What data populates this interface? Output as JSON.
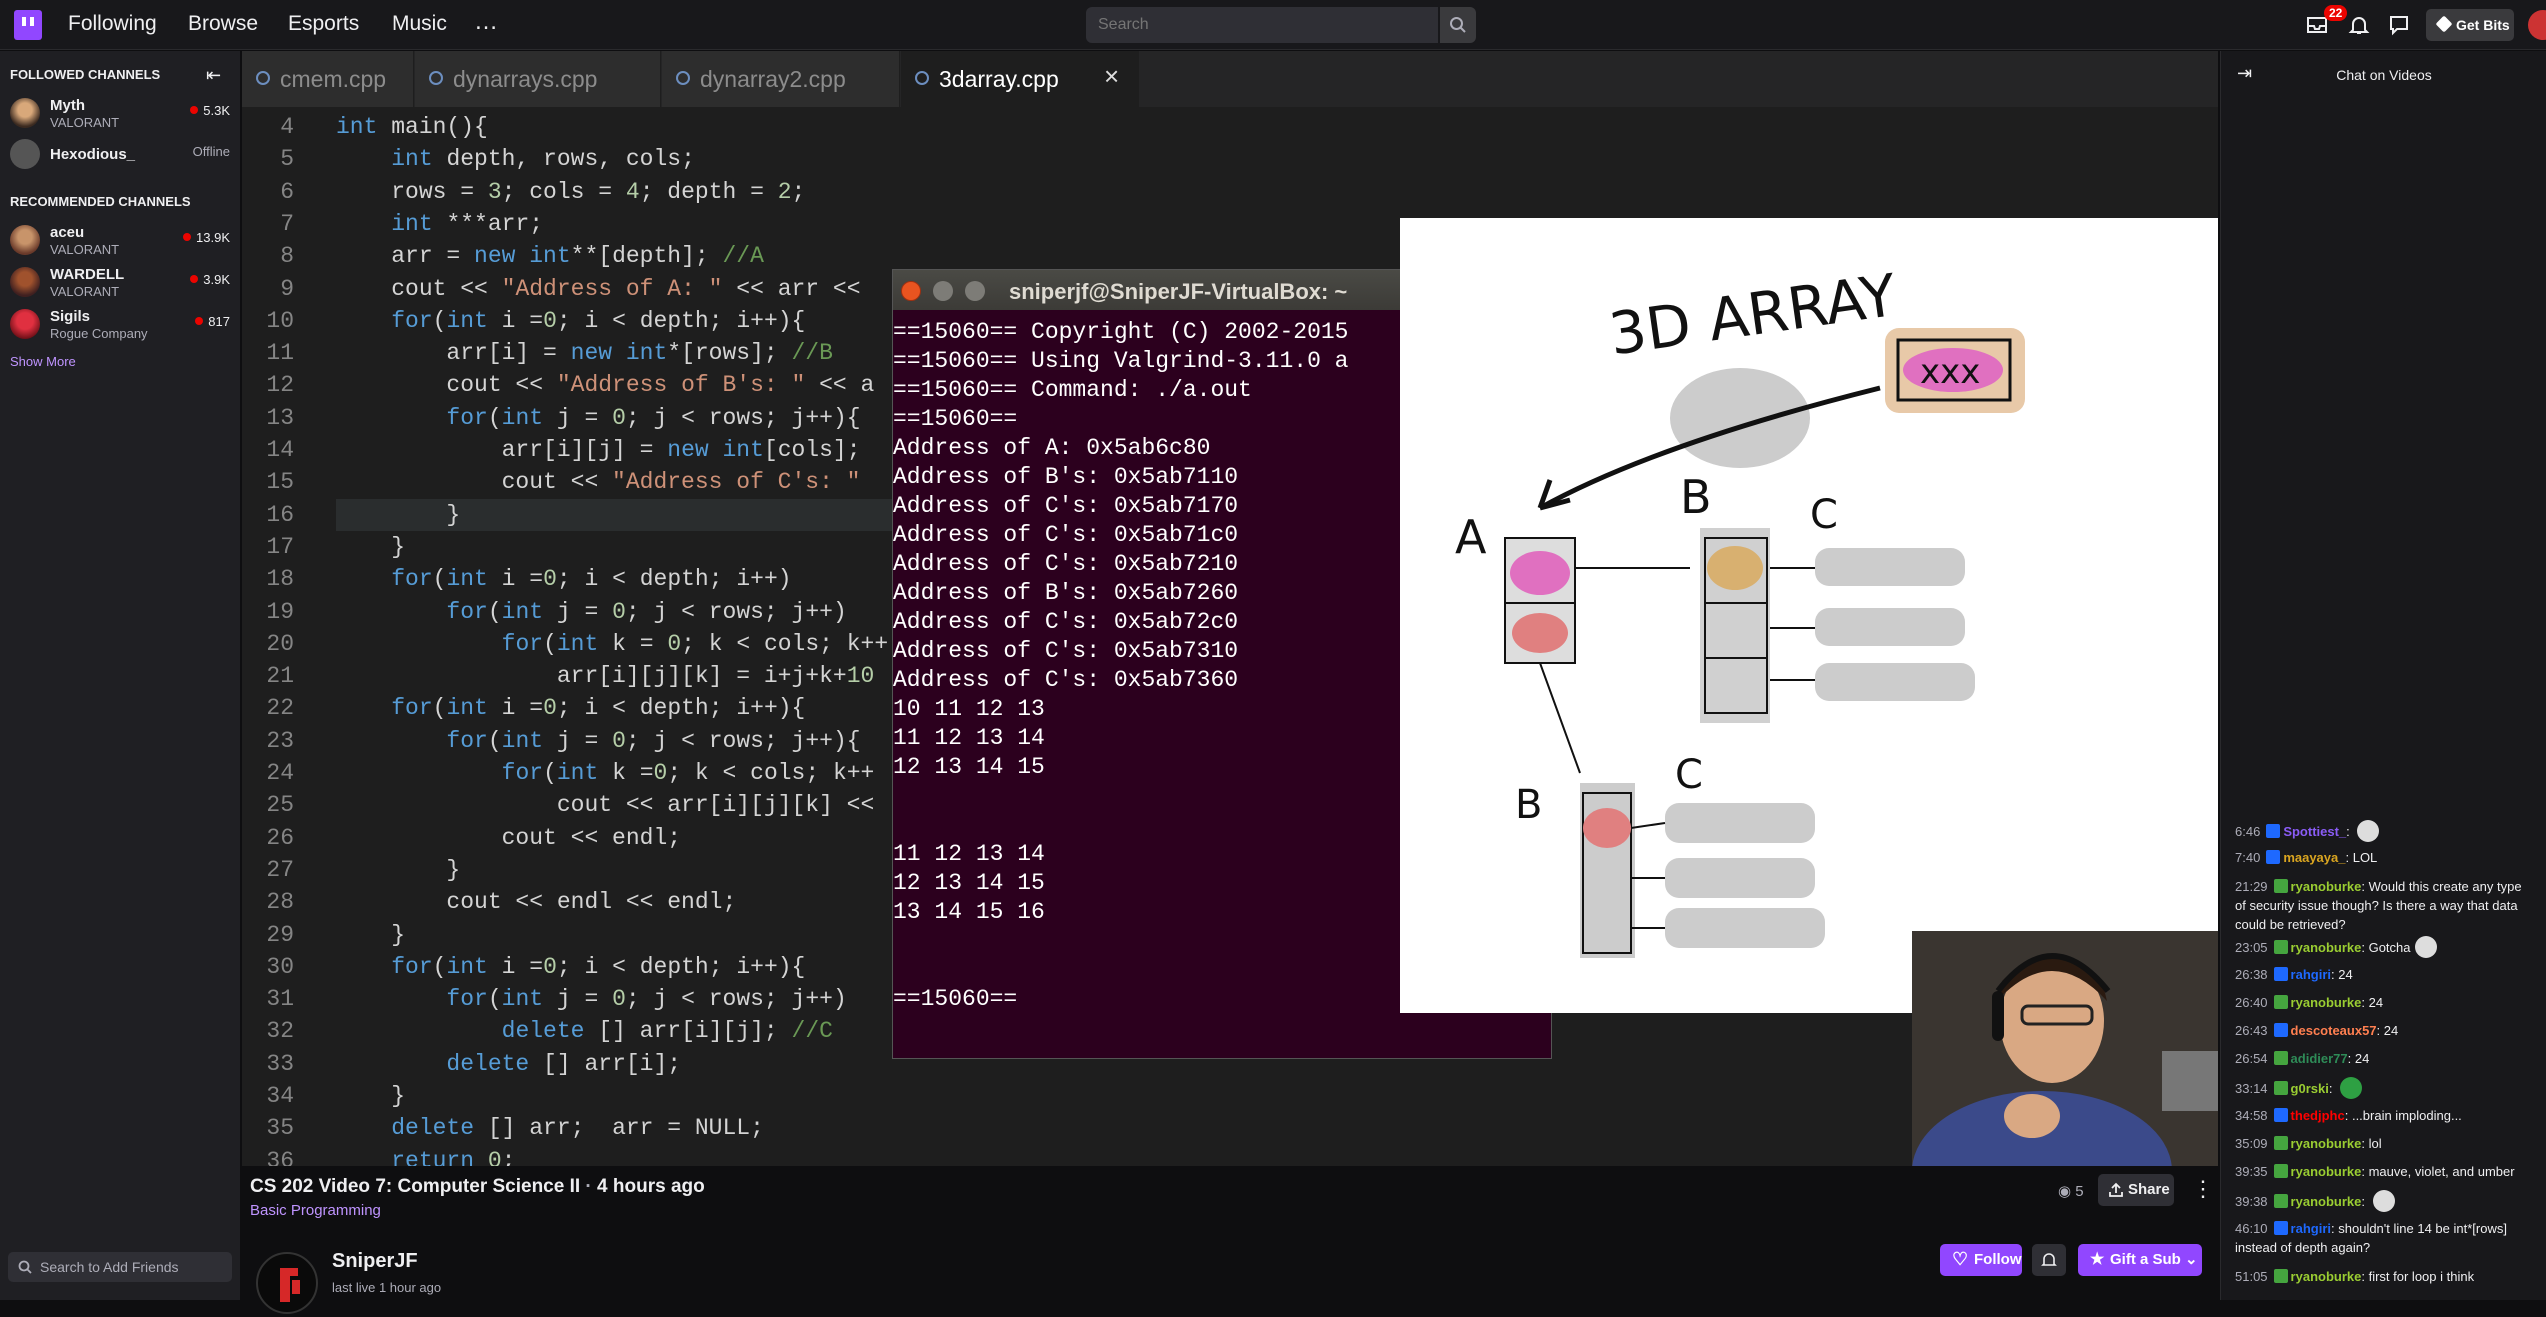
{
  "nav": {
    "following": "Following",
    "browse": "Browse",
    "esports": "Esports",
    "music": "Music",
    "more": "…",
    "search_placeholder": "Search",
    "badge_count": "22",
    "get_bits": "Get Bits"
  },
  "sidebar": {
    "followed_header": "FOLLOWED CHANNELS",
    "followed": [
      {
        "name": "Myth",
        "game": "VALORANT",
        "viewers": "5.3K",
        "live": true
      },
      {
        "name": "Hexodious_",
        "game": "",
        "viewers": "Offline",
        "live": false
      }
    ],
    "recommended_header": "RECOMMENDED CHANNELS",
    "recommended": [
      {
        "name": "aceu",
        "game": "VALORANT",
        "viewers": "13.9K"
      },
      {
        "name": "WARDELL",
        "game": "VALORANT",
        "viewers": "3.9K"
      },
      {
        "name": "Sigils",
        "game": "Rogue Company",
        "viewers": "817"
      }
    ],
    "show_more": "Show More",
    "friends_placeholder": "Search to Add Friends"
  },
  "editor": {
    "tabs": [
      "cmem.cpp",
      "dynarrays.cpp",
      "dynarray2.cpp",
      "3darray.cpp"
    ],
    "close": "×",
    "line_numbers": [
      "4",
      "5",
      "6",
      "7",
      "8",
      "9",
      "10",
      "11",
      "12",
      "13",
      "14",
      "15",
      "16",
      "17",
      "18",
      "19",
      "20",
      "21",
      "22",
      "23",
      "24",
      "25",
      "26",
      "27",
      "28",
      "29",
      "30",
      "31",
      "32",
      "33",
      "34",
      "35",
      "36"
    ]
  },
  "terminal": {
    "title": "sniperjf@SniperJF-VirtualBox: ~",
    "lines": [
      "==15060== Copyright (C) 2002-2015",
      "==15060== Using Valgrind-3.11.0 a",
      "==15060== Command: ./a.out",
      "==15060==",
      "Address of A: 0x5ab6c80",
      "Address of B's: 0x5ab7110",
      "Address of C's: 0x5ab7170",
      "Address of C's: 0x5ab71c0",
      "Address of C's: 0x5ab7210",
      "Address of B's: 0x5ab7260",
      "Address of C's: 0x5ab72c0",
      "Address of C's: 0x5ab7310",
      "Address of C's: 0x5ab7360",
      "10 11 12 13",
      "11 12 13 14",
      "12 13 14 15",
      "",
      "",
      "11 12 13 14",
      "12 13 14 15",
      "13 14 15 16",
      "",
      "",
      "==15060=="
    ]
  },
  "whiteboard": {
    "title": "3D ARRAY",
    "label_a": "A",
    "label_b1": "B",
    "label_c1": "C",
    "label_b2": "B",
    "label_c2": "C"
  },
  "video_info": {
    "title": "CS 202 Video 7: Computer Science II",
    "age": "4 hours ago",
    "category": "Basic Programming",
    "viewers": "5",
    "share": "Share",
    "channel": "SniperJF",
    "last_live": "last live 1 hour ago",
    "follow": "Follow",
    "gift": "Gift a Sub"
  },
  "chat": {
    "title": "Chat on Videos",
    "messages": [
      {
        "time": "6:46",
        "user": "Spottiest_",
        "color": "#8a5cf6",
        "text": ""
      },
      {
        "time": "7:40",
        "user": "maayaya_",
        "color": "#daa520",
        "text": "LOL"
      },
      {
        "time": "21:29",
        "user": "ryanoburke",
        "color": "#9acd32",
        "text": "Would this create any type of security issue though? Is there a way that data could be retrieved?"
      },
      {
        "time": "23:05",
        "user": "ryanoburke",
        "color": "#9acd32",
        "text": "Gotcha"
      },
      {
        "time": "26:38",
        "user": "rahgiri",
        "color": "#1e69ff",
        "text": "24"
      },
      {
        "time": "26:40",
        "user": "ryanoburke",
        "color": "#9acd32",
        "text": "24"
      },
      {
        "time": "26:43",
        "user": "descoteaux57",
        "color": "#ff7f50",
        "text": "24"
      },
      {
        "time": "26:54",
        "user": "adidier77",
        "color": "#2e8b57",
        "text": "24"
      },
      {
        "time": "33:14",
        "user": "g0rski",
        "color": "#9acd32",
        "text": ""
      },
      {
        "time": "34:58",
        "user": "thedjphc",
        "color": "#ff0000",
        "text": "...brain imploding..."
      },
      {
        "time": "35:09",
        "user": "ryanoburke",
        "color": "#9acd32",
        "text": "lol"
      },
      {
        "time": "39:35",
        "user": "ryanoburke",
        "color": "#9acd32",
        "text": "mauve, violet, and umber"
      },
      {
        "time": "39:38",
        "user": "ryanoburke",
        "color": "#9acd32",
        "text": ""
      },
      {
        "time": "46:10",
        "user": "rahgiri",
        "color": "#1e69ff",
        "text": "shouldn't line 14 be int*[rows] instead of depth again?"
      },
      {
        "time": "51:05",
        "user": "ryanoburke",
        "color": "#9acd32",
        "text": "first for loop i think"
      }
    ]
  }
}
